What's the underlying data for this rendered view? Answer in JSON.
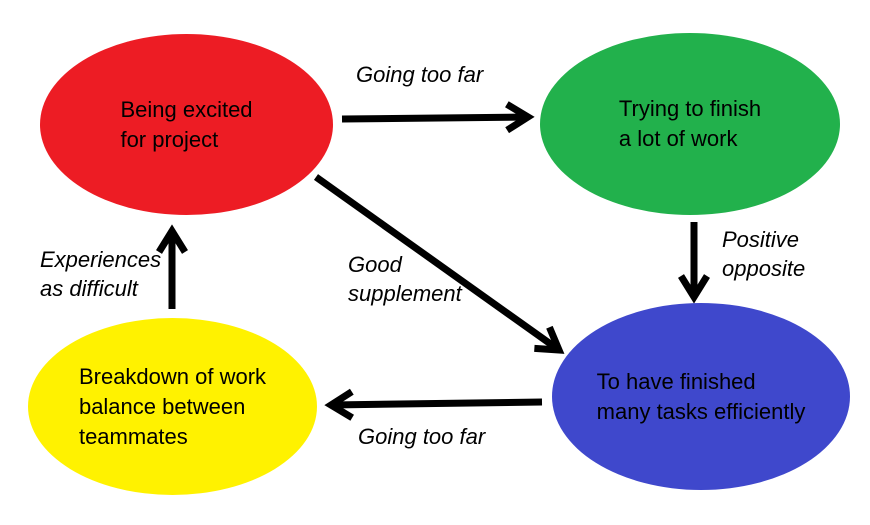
{
  "diagram": {
    "background_color": "#ffffff",
    "arrow_color": "#000000",
    "text_color": "#000000",
    "nodes": {
      "excited": {
        "label": "Being excited for project",
        "lines": [
          "Being excited",
          "for project"
        ],
        "color": "#ED1C24",
        "shape": "ellipse"
      },
      "trying": {
        "label": "Trying to finish a lot of work",
        "lines": [
          "Trying to finish",
          "a lot of work"
        ],
        "color": "#22B14C",
        "shape": "ellipse"
      },
      "breakdown": {
        "label": "Breakdown of work balance between teammates",
        "lines": [
          "Breakdown of work",
          "balance between",
          "teammates"
        ],
        "color": "#FFF200",
        "shape": "ellipse"
      },
      "finished": {
        "label": "To have finished many tasks efficiently",
        "lines": [
          "To have finished",
          "many tasks efficiently"
        ],
        "color": "#3F48CC",
        "shape": "ellipse"
      }
    },
    "edges": {
      "excited_to_trying": {
        "from": "excited",
        "to": "trying",
        "label": "Going too far",
        "lines": [
          "Going too far"
        ]
      },
      "trying_to_finished": {
        "from": "trying",
        "to": "finished",
        "label": "Positive opposite",
        "lines": [
          "Positive",
          "opposite"
        ]
      },
      "excited_to_finished": {
        "from": "excited",
        "to": "finished",
        "label": "Good supplement",
        "lines": [
          "Good",
          "supplement"
        ]
      },
      "finished_to_breakdown": {
        "from": "finished",
        "to": "breakdown",
        "label": "Going too far",
        "lines": [
          "Going too far"
        ]
      },
      "breakdown_to_excited": {
        "from": "breakdown",
        "to": "excited",
        "label": "Experiences as difficult",
        "lines": [
          "Experiences",
          "as difficult"
        ]
      }
    }
  }
}
